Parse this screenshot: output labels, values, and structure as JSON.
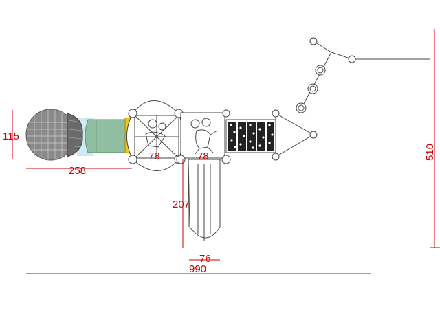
{
  "drawing": {
    "colors": {
      "background": "#ffffff",
      "outline": "#444444",
      "dimension": "#d00000",
      "tunnel": "#8fbfa0",
      "tunnel_end": "#f0c419",
      "tube_light": "#cfe9f2",
      "net_climber": "#7a7a7a",
      "climb_panel": "#222222"
    },
    "components": [
      {
        "name": "net-climber",
        "icon": "net-climber-icon"
      },
      {
        "name": "crawl-tunnel",
        "icon": "tunnel-icon"
      },
      {
        "name": "roof-deck",
        "icon": "roof-icon"
      },
      {
        "name": "deck-with-character-panel",
        "icon": "mickey-panel-icon"
      },
      {
        "name": "climbing-wall",
        "icon": "climb-wall-icon"
      },
      {
        "name": "triangle-deck",
        "icon": "triangle-deck-icon"
      },
      {
        "name": "ring-ladder",
        "icon": "ring-ladder-icon"
      },
      {
        "name": "slide",
        "icon": "slide-icon"
      }
    ],
    "dimensions": {
      "net_height": "115",
      "net_length": "258",
      "deck_left_width": "78",
      "deck_right_width": "78",
      "slide_length": "207",
      "slide_width": "76",
      "overall_width": "990",
      "overall_depth": "510"
    }
  }
}
